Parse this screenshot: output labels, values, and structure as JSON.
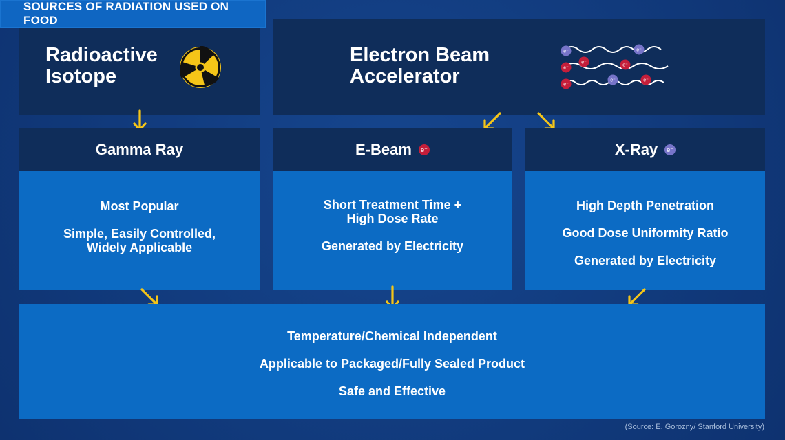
{
  "header": {
    "title": "SOURCES OF RADIATION USED ON FOOD"
  },
  "sources": [
    {
      "title": "Radioactive\nIsotope",
      "icon": "radiation-hazard-icon"
    },
    {
      "title": "Electron Beam\nAccelerator",
      "icon": "electron-beam-icon"
    }
  ],
  "electron_symbol": "e⁻",
  "categories": [
    {
      "title": "Gamma Ray",
      "features": [
        "Most Popular",
        "Simple, Easily Controlled,\nWidely Applicable"
      ]
    },
    {
      "title": "E-Beam",
      "badge_color": "#c41e3a",
      "features": [
        "Short Treatment Time +\nHigh Dose Rate",
        "Generated by Electricity"
      ]
    },
    {
      "title": "X-Ray",
      "badge_color": "#7774c9",
      "features": [
        "High Depth Penetration",
        "Good Dose Uniformity Ratio",
        "Generated by Electricity"
      ]
    }
  ],
  "common": {
    "features": [
      "Temperature/Chemical Independent",
      "Applicable to Packaged/Fully Sealed Product",
      "Safe and Effective"
    ]
  },
  "footer": {
    "source": "(Source: E. Gorozny/ Stanford University)"
  },
  "colors": {
    "accent": "#f5c518",
    "dark_box": "#0f2d5a",
    "mid_box": "#0c6bc4",
    "background": "#11397a"
  }
}
